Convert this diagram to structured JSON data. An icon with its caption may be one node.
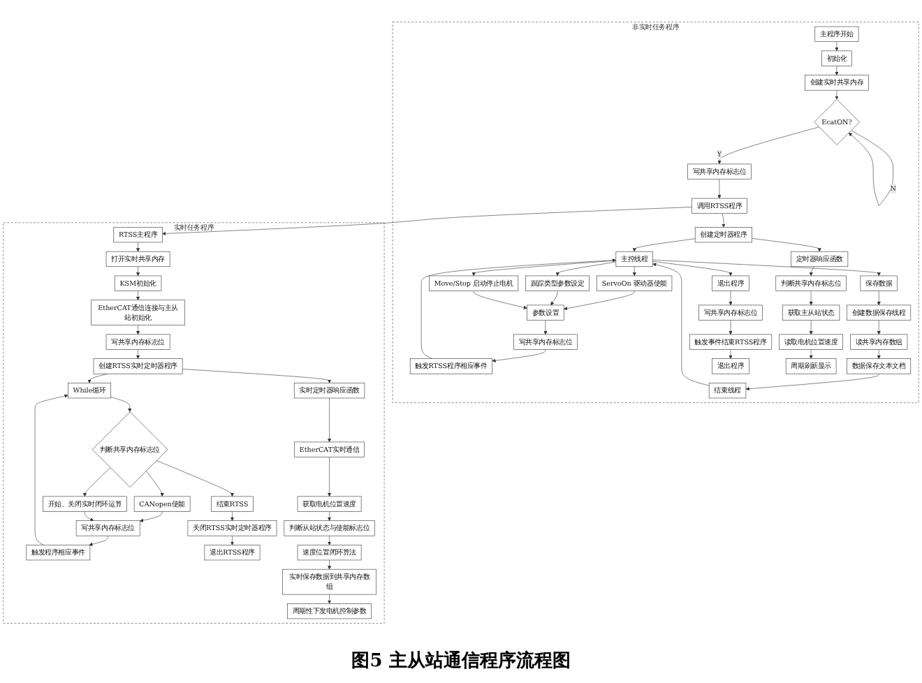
{
  "diagram": {
    "caption": "图5 主从站通信程序流程图",
    "nodes": [
      {
        "text": [
          "非实时任务程序"
        ]
      },
      {
        "text": [
          "实时任务程序"
        ]
      },
      {
        "text": [
          "主程序开始"
        ],
        "in": 0
      },
      {
        "text": [
          "初始化"
        ],
        "in": 0
      },
      {
        "text": [
          "创建实时共享内存"
        ],
        "in": 0
      },
      {
        "text": [
          "EcatON?"
        ],
        "in": 0
      },
      {
        "text": [
          "写共享内存标志位"
        ],
        "in": 0
      },
      {
        "text": [
          "调用RTSS程序"
        ],
        "in": 0
      },
      {
        "text": [
          "创建定时器程序"
        ],
        "in": 0
      },
      {
        "text": [
          "主控线程"
        ],
        "in": 0
      },
      {
        "text": [
          "ServoOn 驱动器使能"
        ],
        "in": 0
      },
      {
        "text": [
          "跟踪类型参数设定"
        ],
        "in": 0
      },
      {
        "text": [
          "Move/Stop 启动停止电机"
        ],
        "in": 0
      },
      {
        "text": [
          "保存数据"
        ],
        "in": 0
      },
      {
        "text": [
          "退出程序"
        ],
        "in": 0
      },
      {
        "text": [
          "定时器响应函数"
        ],
        "in": 0
      },
      {
        "text": [
          "参数设置"
        ],
        "in": 0
      },
      {
        "text": [
          "写共享内存标志位"
        ],
        "in": 0
      },
      {
        "text": [
          "触发RTSS程序相应事件"
        ],
        "in": 0
      },
      {
        "text": [
          "创建数据保存线程"
        ],
        "in": 0
      },
      {
        "text": [
          "读共享内存数组"
        ],
        "in": 0
      },
      {
        "text": [
          "数据保存文本文档"
        ],
        "in": 0
      },
      {
        "text": [
          "结束线程"
        ],
        "in": 0
      },
      {
        "text": [
          "写共享内存标志位"
        ],
        "in": 0
      },
      {
        "text": [
          "触发事件结束RTSS程序"
        ],
        "in": 0
      },
      {
        "text": [
          "退出程序"
        ],
        "in": 0
      },
      {
        "text": [
          "判断共享内存标志位"
        ],
        "in": 0
      },
      {
        "text": [
          "获取主从站状态"
        ],
        "in": 0
      },
      {
        "text": [
          "读取电机位置速度"
        ],
        "in": 0
      },
      {
        "text": [
          "周期刷新显示"
        ],
        "in": 0
      },
      {
        "text": [
          "RTSS主程序"
        ],
        "in": 1
      },
      {
        "text": [
          "打开实时共享内存"
        ],
        "in": 1
      },
      {
        "text": [
          "KSM初始化"
        ],
        "in": 1
      },
      {
        "text": [
          "EtherCAT通信连接与主从站初始化"
        ],
        "in": 1
      },
      {
        "text": [
          "写共享内存标志位"
        ],
        "in": 1
      },
      {
        "text": [
          "创建RTSS实时定时器程序"
        ],
        "in": 1
      },
      {
        "text": [
          "While循环"
        ],
        "in": 1
      },
      {
        "text": [
          "判断共享内存标志位"
        ],
        "in": 1
      },
      {
        "text": [
          "CANopen使能"
        ],
        "in": 1
      },
      {
        "text": [
          "开始、关闭实时闭环运算"
        ],
        "in": 1
      },
      {
        "text": [
          "结束RTSS"
        ],
        "in": 1
      },
      {
        "text": [
          "写共享内存标志位"
        ],
        "in": 1
      },
      {
        "text": [
          "触发程序相应事件"
        ],
        "in": 1
      },
      {
        "text": [
          "关闭RTSS实时定时器程序"
        ],
        "in": 1
      },
      {
        "text": [
          "退出RTSS程序"
        ],
        "in": 1
      },
      {
        "text": [
          "实时定时器响应函数"
        ],
        "in": 1
      },
      {
        "text": [
          "EtherCAT实时通信"
        ],
        "in": 1
      },
      {
        "text": [
          "获取电机位置速度"
        ],
        "in": 1
      },
      {
        "text": [
          "判断从站状态与使能标志位"
        ],
        "in": 1
      },
      {
        "text": [
          "速度位置闭环算法"
        ],
        "in": 1
      },
      {
        "text": [
          "实时保存数据到共享内存数组"
        ],
        "in": 1
      },
      {
        "text": [
          "周期性下发电机控制参数"
        ],
        "in": 1
      }
    ],
    "edges": [
      {
        "from": 2,
        "to": 3,
        "arrow": "to"
      },
      {
        "from": 3,
        "to": 4,
        "arrow": "to"
      },
      {
        "from": 4,
        "to": 5,
        "arrow": "to"
      },
      {
        "from": 5,
        "to": 5,
        "label": "N",
        "arrow": "to"
      },
      {
        "from": 5,
        "to": 6,
        "label": "Y",
        "arrow": "to"
      },
      {
        "from": 6,
        "to": 7,
        "arrow": "to"
      },
      {
        "from": 7,
        "to": 30,
        "arrow": "to"
      },
      {
        "from": 7,
        "to": 8,
        "arrow": "to"
      },
      {
        "from": 8,
        "to": 9,
        "arrow": "to"
      },
      {
        "from": 8,
        "to": 15,
        "arrow": "to"
      },
      {
        "from": 9,
        "to": 10,
        "arrow": "to"
      },
      {
        "from": 9,
        "to": 11,
        "arrow": "to"
      },
      {
        "from": 9,
        "to": 12,
        "arrow": "to"
      },
      {
        "from": 9,
        "to": 13,
        "arrow": "to"
      },
      {
        "from": 9,
        "to": 14,
        "arrow": "to"
      },
      {
        "from": 10,
        "to": 16,
        "arrow": "to"
      },
      {
        "from": 11,
        "to": 16,
        "arrow": "to"
      },
      {
        "from": 12,
        "to": 16,
        "arrow": "to"
      },
      {
        "from": 16,
        "to": 17,
        "arrow": "to"
      },
      {
        "from": 17,
        "to": 18,
        "arrow": "to"
      },
      {
        "from": 18,
        "to": 9,
        "arrow": "to"
      },
      {
        "from": 13,
        "to": 19,
        "arrow": "to"
      },
      {
        "from": 19,
        "to": 20,
        "arrow": "to"
      },
      {
        "from": 20,
        "to": 21,
        "arrow": "to"
      },
      {
        "from": 21,
        "to": 22,
        "arrow": "to"
      },
      {
        "from": 22,
        "to": 9,
        "arrow": "to"
      },
      {
        "from": 14,
        "to": 23,
        "arrow": "to"
      },
      {
        "from": 23,
        "to": 24,
        "arrow": "to"
      },
      {
        "from": 24,
        "to": 25,
        "arrow": "to"
      },
      {
        "from": 15,
        "to": 26,
        "arrow": "to"
      },
      {
        "from": 26,
        "to": 27,
        "arrow": "to"
      },
      {
        "from": 27,
        "to": 28,
        "arrow": "to"
      },
      {
        "from": 28,
        "to": 29,
        "arrow": "to"
      },
      {
        "from": 30,
        "to": 31,
        "arrow": "to"
      },
      {
        "from": 31,
        "to": 32,
        "arrow": "to"
      },
      {
        "from": 32,
        "to": 33,
        "arrow": "to"
      },
      {
        "from": 33,
        "to": 34,
        "arrow": "to"
      },
      {
        "from": 34,
        "to": 35,
        "arrow": "to"
      },
      {
        "from": 35,
        "to": 36,
        "arrow": "to"
      },
      {
        "from": 35,
        "to": 45,
        "arrow": "to"
      },
      {
        "from": 36,
        "to": 37,
        "arrow": "to"
      },
      {
        "from": 37,
        "to": 38,
        "arrow": "to"
      },
      {
        "from": 37,
        "to": 39,
        "arrow": "to"
      },
      {
        "from": 37,
        "to": 40,
        "arrow": "to"
      },
      {
        "from": 38,
        "to": 41,
        "arrow": "to"
      },
      {
        "from": 39,
        "to": 41,
        "arrow": "to"
      },
      {
        "from": 41,
        "to": 42,
        "arrow": "to"
      },
      {
        "from": 42,
        "to": 36,
        "arrow": "to"
      },
      {
        "from": 40,
        "to": 43,
        "arrow": "to"
      },
      {
        "from": 43,
        "to": 44,
        "arrow": "to"
      },
      {
        "from": 45,
        "to": 46,
        "arrow": "to"
      },
      {
        "from": 46,
        "to": 47,
        "arrow": "to"
      },
      {
        "from": 47,
        "to": 48,
        "arrow": "to"
      },
      {
        "from": 48,
        "to": 49,
        "arrow": "to"
      },
      {
        "from": 49,
        "to": 50,
        "arrow": "to"
      },
      {
        "from": 50,
        "to": 51,
        "arrow": "to"
      }
    ]
  }
}
